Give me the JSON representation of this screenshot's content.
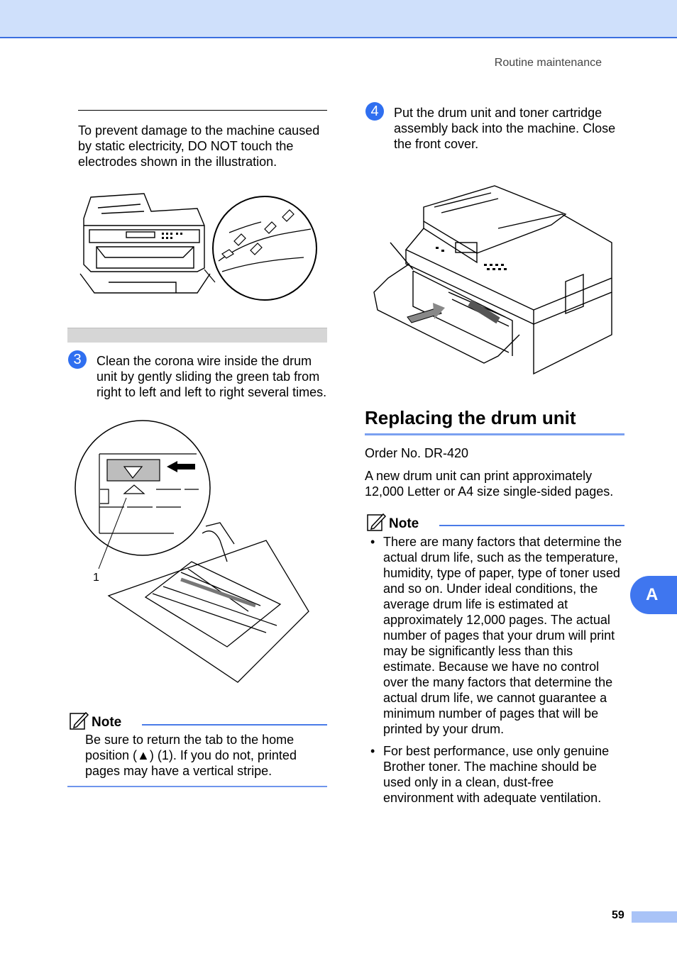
{
  "header": {
    "running_head": "Routine maintenance"
  },
  "left": {
    "caution_text": "To prevent damage to the machine caused by static electricity, DO NOT touch the electrodes shown in the illustration.",
    "step3": {
      "number": "3",
      "text": "Clean the corona wire inside the drum unit by gently sliding the green tab from right to left and left to right several times."
    },
    "callout_label": "1",
    "note": {
      "title": "Note",
      "text": "Be sure to return the tab to the home position (▲) (1). If you do not, printed pages may have a vertical stripe."
    }
  },
  "right": {
    "step4": {
      "number": "4",
      "text": "Put the drum unit and toner cartridge assembly back into the machine. Close the front cover."
    },
    "section_title": "Replacing the drum unit",
    "order_no": "Order No. DR-420",
    "intro": "A new drum unit can print approximately 12,000 Letter or A4 size single-sided pages.",
    "note": {
      "title": "Note",
      "bullets": [
        "There are many factors that determine the actual drum life, such as the temperature, humidity, type of paper, type of toner used and so on. Under ideal conditions, the average drum life is estimated at approximately 12,000 pages. The actual number of pages that your drum will print may be significantly less than this estimate. Because we have no control over the many factors that determine the actual drum life, we cannot guarantee a minimum number of pages that will be printed by your drum.",
        "For best performance, use only genuine Brother toner. The machine should be used only in a clean, dust-free environment with adequate ventilation."
      ]
    }
  },
  "side_tab": "A",
  "footer": {
    "page_number": "59"
  },
  "colors": {
    "accent": "#2f6ff0",
    "header_bg": "#cfe0fb",
    "rule_blue": "#4a7be8"
  },
  "icons": [
    "pencil-note-icon",
    "step-number-icon"
  ]
}
